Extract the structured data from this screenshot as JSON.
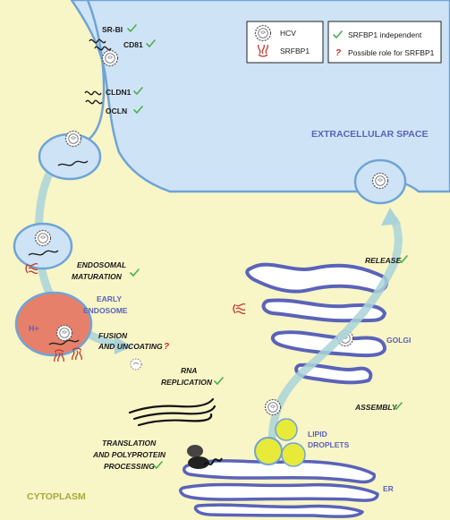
{
  "legend_left": [
    {
      "icon": "hcv-virion-icon",
      "label": "HCV"
    },
    {
      "icon": "srfbp1-protein-icon",
      "label": "SRFBP1"
    }
  ],
  "legend_right": [
    {
      "symbol": "✓",
      "label": "SRFBP1 independent"
    },
    {
      "symbol": "?",
      "label": "Possible role for SRFBP1"
    }
  ],
  "regions": {
    "extracellular": "EXTRACELLULAR SPACE",
    "cytoplasm": "CYTOPLASM"
  },
  "receptors": [
    "SR-BI",
    "CD81",
    "CLDN1",
    "OCLN"
  ],
  "steps": {
    "endosomal_1": "ENDOSOMAL",
    "endosomal_2": "MATURATION",
    "fusion_1": "FUSION",
    "fusion_2": "AND UNCOATING",
    "rna_1": "RNA",
    "rna_2": "REPLICATION",
    "translation_1": "TRANSLATION",
    "translation_2": "AND POLYPROTEIN",
    "translation_3": "PROCESSING",
    "assembly": "ASSEMBLY",
    "release": "RELEASE"
  },
  "organelles": {
    "early_1": "EARLY",
    "early_2": "ENDOSOME",
    "golgi": "GOLGI",
    "lipid_1": "LIPID",
    "lipid_2": "DROPLETS",
    "er": "ER"
  },
  "ph_label": "H+",
  "colors": {
    "extracellular": "#cfe3f6",
    "cytoplasm": "#f8f5c7",
    "membrane": "#6fa4d6",
    "arrow": "#a9d3d8",
    "organelle": "#5a63b8",
    "check": "#4caf50",
    "question": "#e02020",
    "srfbp1": "#c0392b",
    "endosome_fill": "#e7806a",
    "lipid": "#e8ea3a"
  }
}
